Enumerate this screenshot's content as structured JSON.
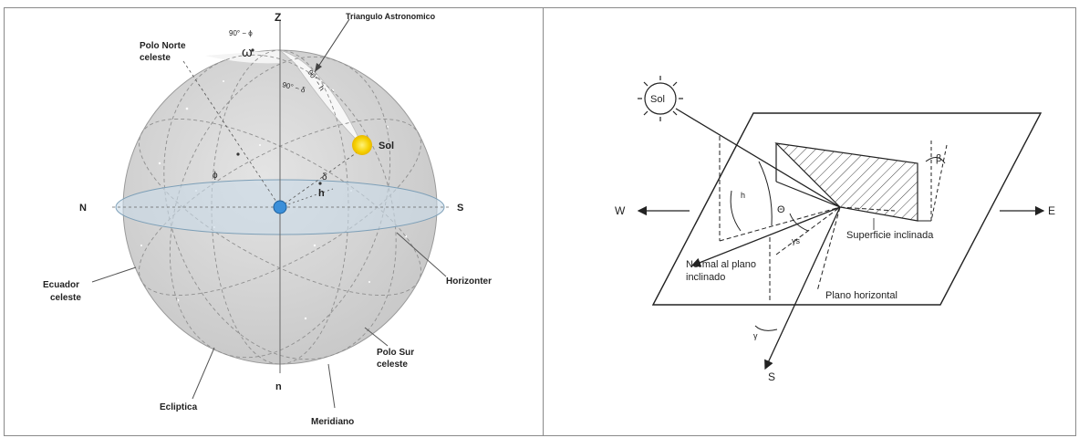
{
  "left": {
    "labels": {
      "z": "Z",
      "triangle": "Triangulo Astronomico",
      "north_pole_line1": "Polo Norte",
      "north_pole_line2": "celeste",
      "ninety_minus_phi": "90° − ϕ",
      "omega": "ω",
      "ninety_minus_h": "90° − h",
      "ninety_minus_delta": "90° − δ",
      "sun": "Sol",
      "phi": "ϕ",
      "delta": "δ",
      "h": "h",
      "north": "N",
      "south": "S",
      "horizon": "Horizonter",
      "equator_line1": "Ecuador",
      "equator_line2": "celeste",
      "south_pole_line1": "Polo Sur",
      "south_pole_line2": "celeste",
      "nadir": "n",
      "ecliptic": "Ecliptica",
      "meridian": "Meridiano"
    },
    "colors": {
      "sphere": "#d6d6d6",
      "sun": "#f5d000",
      "earth": "#3b8fd9"
    }
  },
  "right": {
    "labels": {
      "sun": "Sol",
      "west": "W",
      "east": "E",
      "south": "S",
      "h": "h",
      "theta": "Θ",
      "gamma_s": "γs",
      "gamma": "γ",
      "beta": "β",
      "inclined_surface": "Superficie inclinada",
      "normal_line1": "Normal al plano",
      "normal_line2": "inclinado",
      "horizontal_plane": "Plano horizontal"
    }
  }
}
